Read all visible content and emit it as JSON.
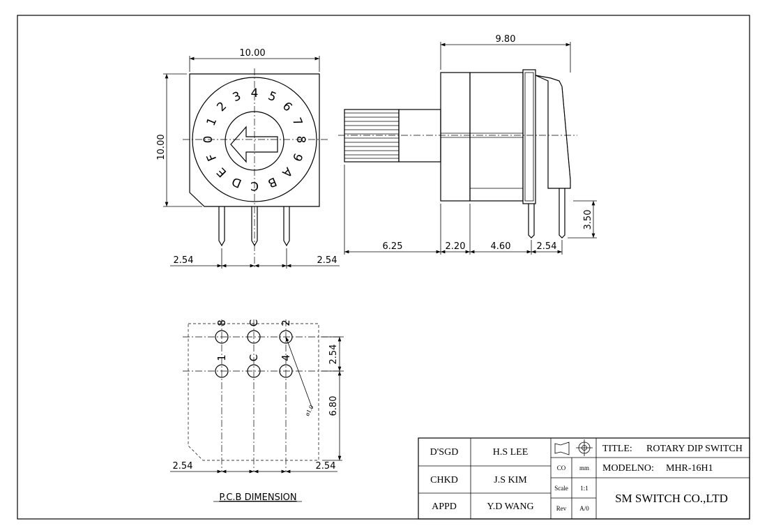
{
  "front_view": {
    "width_dim": "10.00",
    "height_dim": "10.00",
    "pin_pitch_left": "2.54",
    "pin_pitch_right": "2.54",
    "dial_labels": [
      "0",
      "1",
      "2",
      "3",
      "4",
      "5",
      "6",
      "7",
      "8",
      "9",
      "A",
      "B",
      "C",
      "D",
      "E",
      "F"
    ]
  },
  "side_view": {
    "overall_length": "9.80",
    "shaft_length": "6.25",
    "segment_a": "2.20",
    "segment_b": "4.60",
    "pin_spacing": "2.54",
    "pin_height": "3.50"
  },
  "pcb": {
    "top_labels": [
      "8",
      "C",
      "2"
    ],
    "mid_labels": [
      "1",
      "C",
      "4"
    ],
    "vertical_pitch": "2.54",
    "height_dim": "6.80",
    "hole_note": "ø1.0",
    "bottom_left": "2.54",
    "bottom_right": "2.54",
    "caption": "P.C.B  DIMENSION"
  },
  "title_block": {
    "dsgd_label": "D'SGD",
    "dsgd_name": "H.S LEE",
    "chkd_label": "CHKD",
    "chkd_name": "J.S KIM",
    "appd_label": "APPD",
    "appd_name": "Y.D WANG",
    "co_label": "CO",
    "unit_label": "mm",
    "scale_label": "Scale",
    "scale_value": "1:1",
    "rev_label": "Rev",
    "rev_value": "A/0",
    "title_label": "TITLE:",
    "title_value": "ROTARY DIP SWITCH",
    "model_label": "MODELNO:",
    "model_value": "MHR-16H1",
    "company": "SM SWITCH CO.,LTD"
  }
}
